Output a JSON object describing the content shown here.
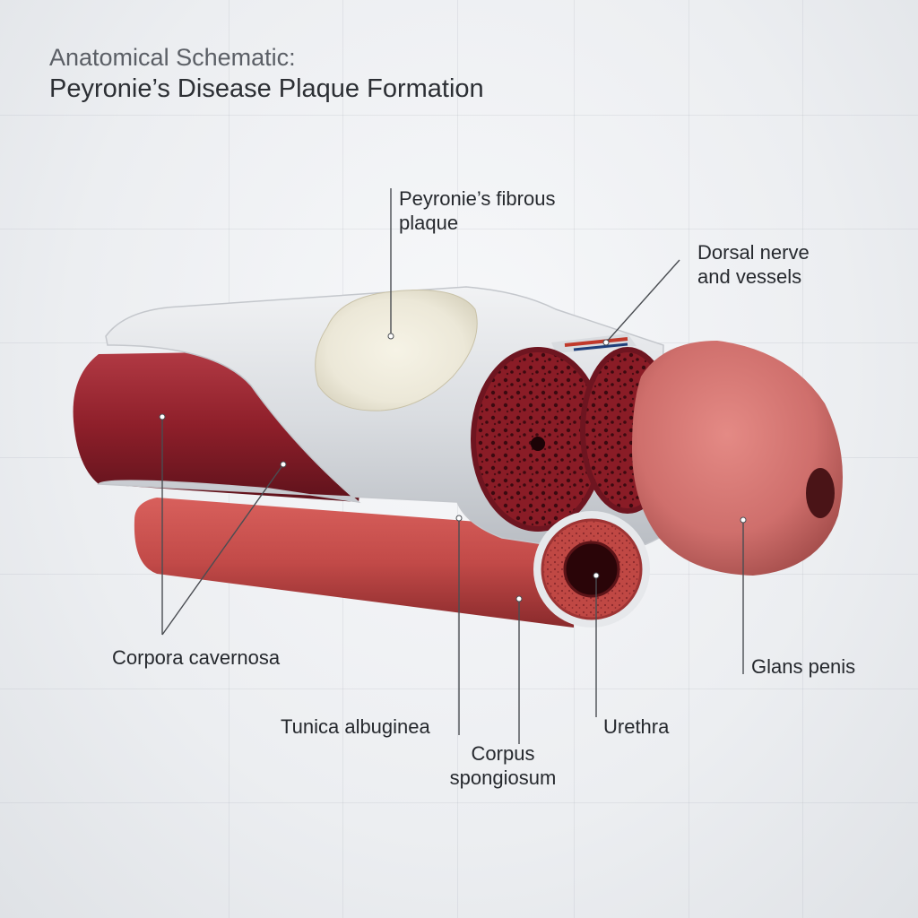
{
  "header": {
    "pre_title": "Anatomical Schematic:",
    "title": "Peyronie’s Disease Plaque Formation"
  },
  "labels": {
    "plaque": {
      "line1": "Peyronie’s fibrous",
      "line2": "plaque"
    },
    "dorsal": {
      "line1": "Dorsal nerve",
      "line2": "and vessels"
    },
    "corpora_cavernosa": "Corpora cavernosa",
    "tunica_albuginea": "Tunica albuginea",
    "corpus_spongiosum": {
      "line1": "Corpus",
      "line2": "spongiosum"
    },
    "urethra": "Urethra",
    "glans": "Glans penis"
  },
  "colors": {
    "cavernosa": "#8e1f2a",
    "tunica": "#d9dce0",
    "plaque": "#ece8d8",
    "spongiosum": "#c24a48",
    "glans": "#cf6f6c",
    "leader": "#4a4d52"
  }
}
